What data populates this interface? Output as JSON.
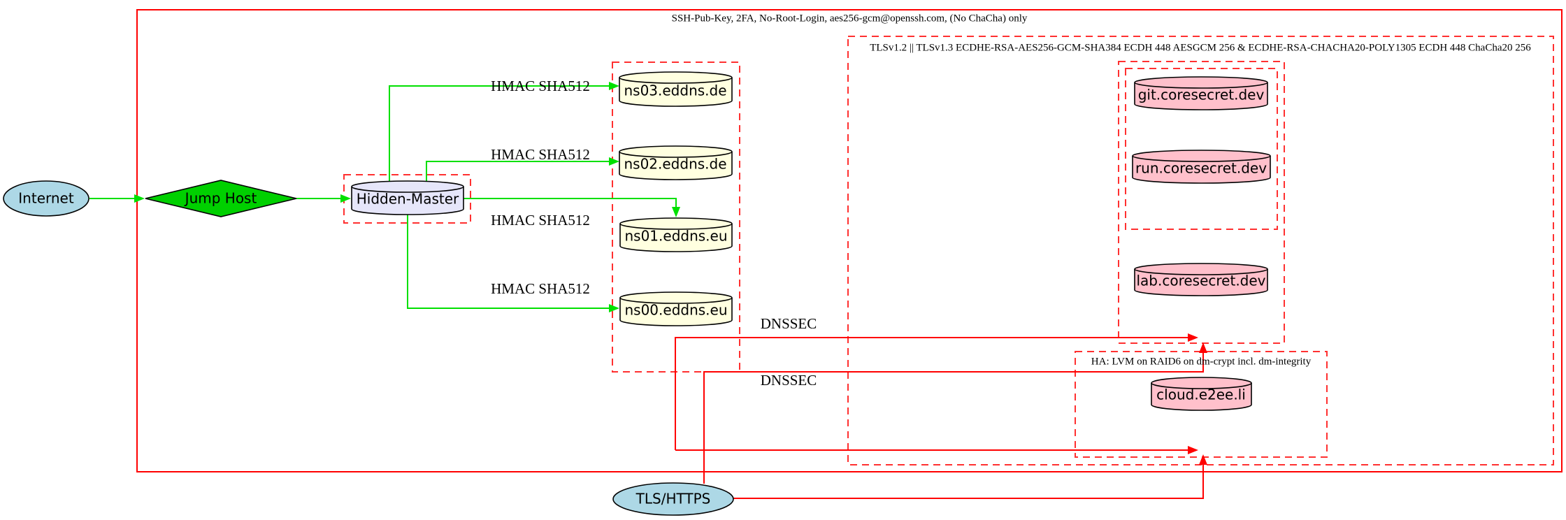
{
  "clusters": {
    "ssh": {
      "label": "SSH-Pub-Key, 2FA, No-Root-Login, aes256-gcm@openssh.com, (No ChaCha) only"
    },
    "tls": {
      "label": "TLSv1.2 || TLSv1.3 ECDHE-RSA-AES256-GCM-SHA384 ECDH 448 AESGCM 256 & ECDHE-RSA-CHACHA20-POLY1305 ECDH 448 ChaCha20 256"
    },
    "ha": {
      "label": "HA: LVM on RAID6 on dm-crypt incl. dm-integrity"
    }
  },
  "nodes": {
    "internet": {
      "label": "Internet",
      "shape": "ellipse"
    },
    "jump_host": {
      "label": "Jump Host",
      "shape": "diamond"
    },
    "hidden_master": {
      "label": "Hidden-Master",
      "shape": "cylinder"
    },
    "ns03": {
      "label": "ns03.eddns.de",
      "shape": "cylinder"
    },
    "ns02": {
      "label": "ns02.eddns.de",
      "shape": "cylinder"
    },
    "ns01": {
      "label": "ns01.eddns.eu",
      "shape": "cylinder"
    },
    "ns00": {
      "label": "ns00.eddns.eu",
      "shape": "cylinder"
    },
    "git": {
      "label": "git.coresecret.dev",
      "shape": "cylinder"
    },
    "run": {
      "label": "run.coresecret.dev",
      "shape": "cylinder"
    },
    "lab": {
      "label": "lab.coresecret.dev",
      "shape": "cylinder"
    },
    "cloud": {
      "label": "cloud.e2ee.li",
      "shape": "cylinder"
    },
    "tls_https": {
      "label": "TLS/HTTPS",
      "shape": "ellipse"
    }
  },
  "edge_labels": {
    "hmac": "HMAC SHA512",
    "dnssec": "DNSSEC"
  },
  "colors": {
    "red_solid": "#ff0000",
    "red_dashed": "#ff3030",
    "green_edge": "#00e000",
    "green_fill": "#00d000",
    "lightblue": "#add8e6",
    "lightyellow": "#ffffe0",
    "pink": "#ffc0cb",
    "lavender": "#e6e6fa"
  }
}
